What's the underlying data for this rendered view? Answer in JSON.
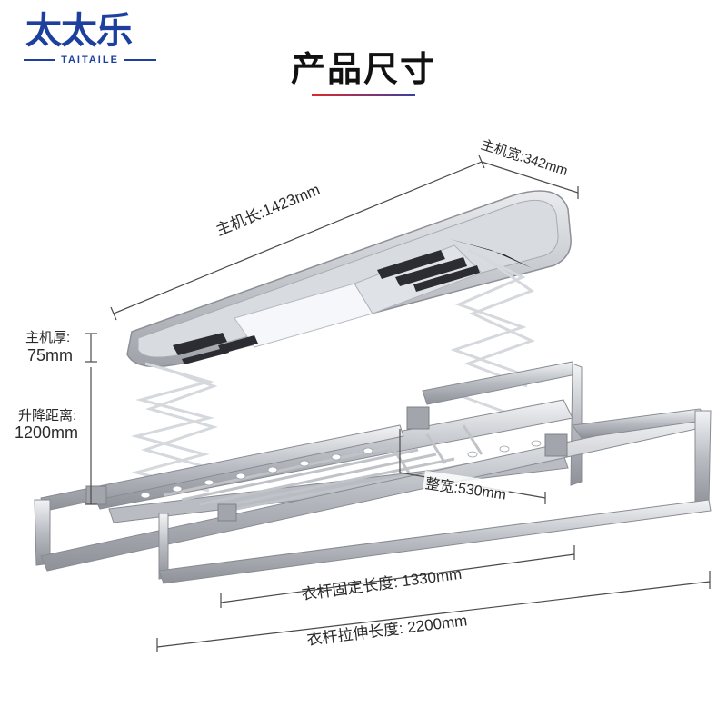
{
  "brand": {
    "name_cn": "太太乐",
    "name_en": "TAITAILE",
    "color": "#1d3f9e"
  },
  "title": "产品尺寸",
  "underline_colors": [
    "#e0282e",
    "#3a3f9e"
  ],
  "dimensions": {
    "main_length": "主机长:1423mm",
    "main_width": "主机宽:342mm",
    "main_thickness_label": "主机厚:",
    "main_thickness_value": "75mm",
    "lift_distance_label": "升降距离:",
    "lift_distance_value": "1200mm",
    "overall_width": "整宽:530mm",
    "rod_fixed_length": "衣杆固定长度: 1330mm",
    "rod_extended_length": "衣杆拉伸长度: 2200mm"
  },
  "product": {
    "type": "electric-clothes-drying-rack",
    "body_color": "#c9ccd2",
    "light_panel_color": "#f3f5f8",
    "vent_color": "#2b2d33"
  }
}
